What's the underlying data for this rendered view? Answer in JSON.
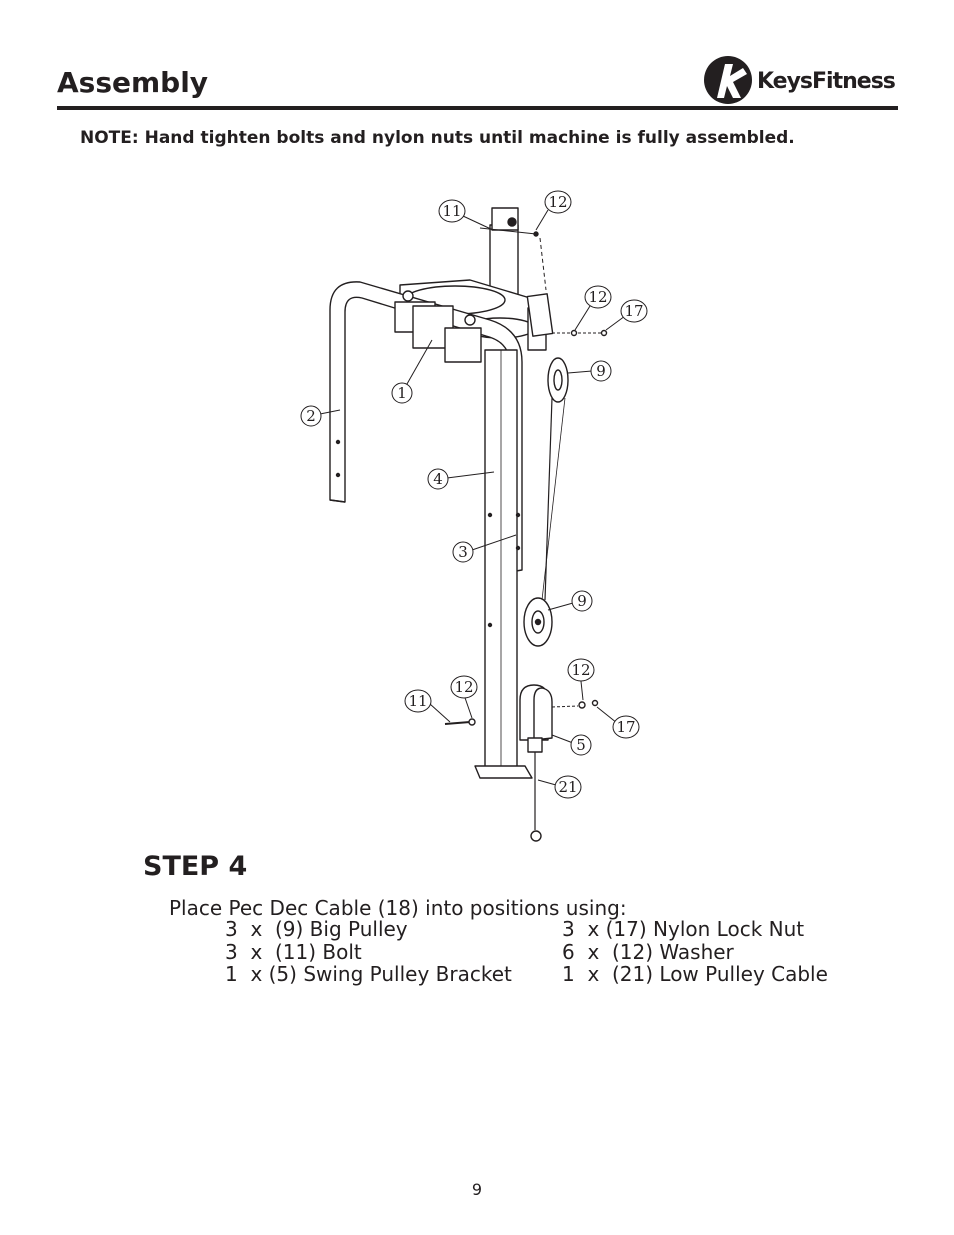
{
  "header": {
    "title": "Assembly",
    "logo": {
      "name": "keysfitness-logo-icon",
      "brand_prefix": "Keys",
      "brand_suffix": "Fitness"
    }
  },
  "note": "NOTE:  Hand tighten bolts and nylon nuts until machine is fully assembled.",
  "diagram": {
    "callouts": [
      "11",
      "12",
      "12",
      "17",
      "9",
      "1",
      "2",
      "4",
      "3",
      "9",
      "12",
      "11",
      "12",
      "17",
      "5",
      "21"
    ]
  },
  "step": {
    "title": "STEP 4",
    "intro": "Place Pec Dec Cable (18) into positions using:",
    "parts_left": [
      "3  x  (9) Big Pulley",
      "3  x  (11) Bolt",
      "1  x (5) Swing Pulley Bracket"
    ],
    "parts_right": [
      "3  x (17) Nylon Lock Nut",
      "6  x  (12) Washer",
      "1  x  (21) Low Pulley Cable"
    ]
  },
  "page_number": "9"
}
